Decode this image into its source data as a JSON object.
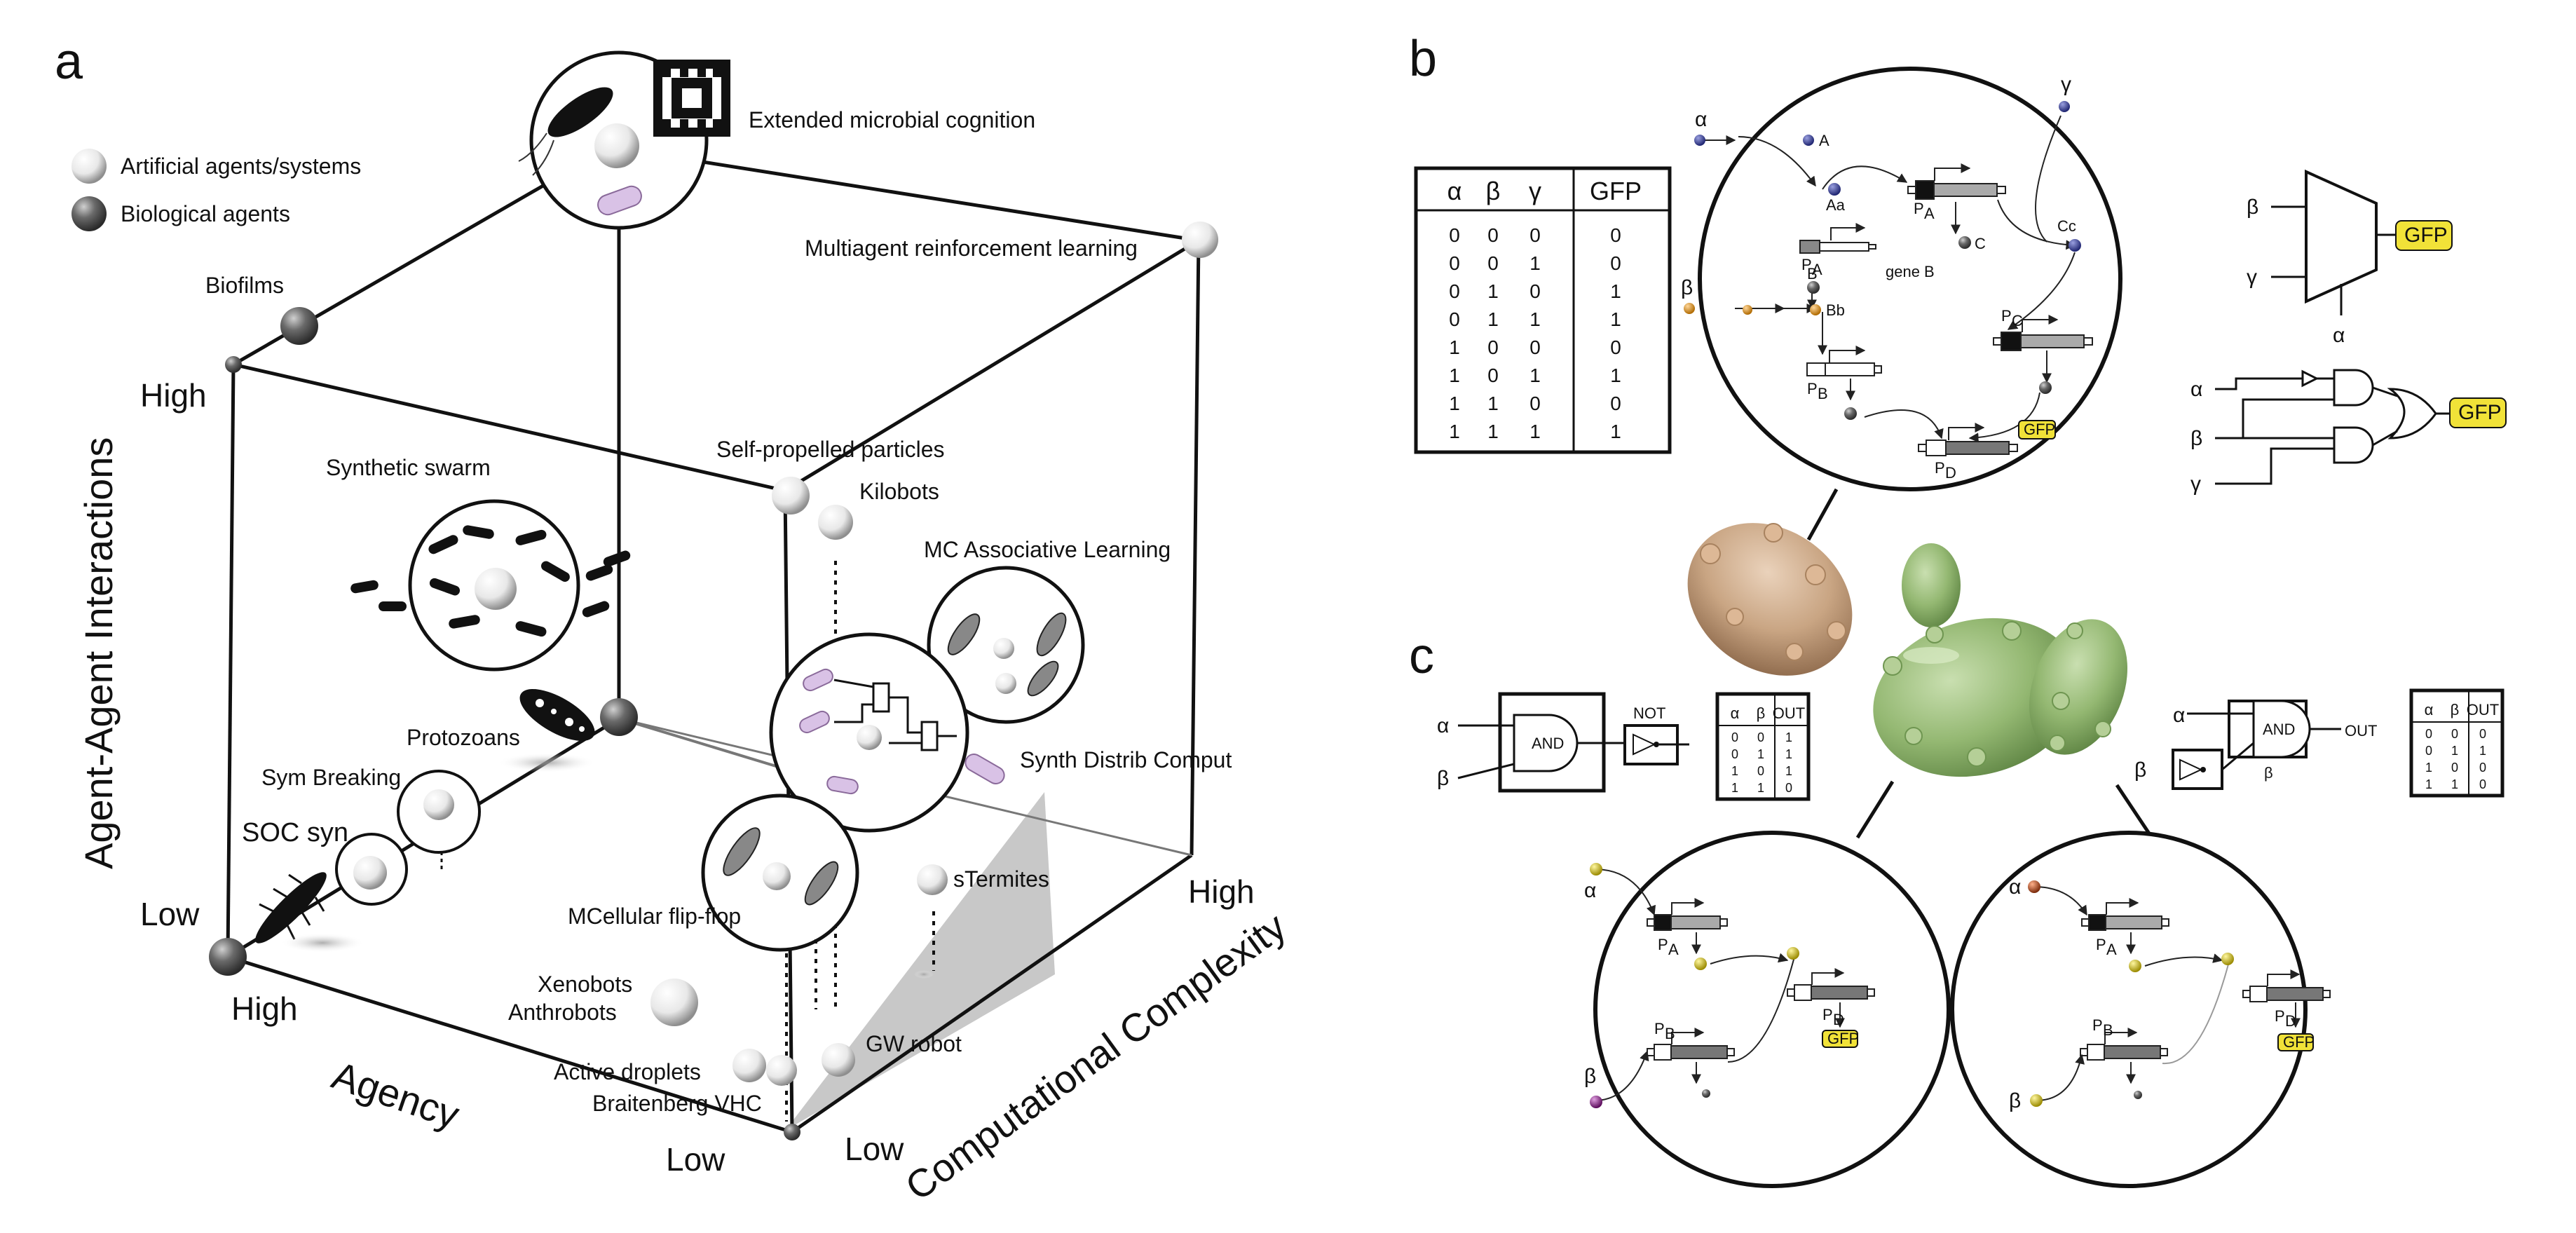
{
  "panels": {
    "a": "a",
    "b": "b",
    "c": "c"
  },
  "legend": {
    "artificial": "Artificial agents/systems",
    "biological": "Biological agents"
  },
  "axes": {
    "agent_interactions": "Agent-Agent Interactions",
    "agency": "Agency",
    "complexity": "Computational Complexity",
    "high_left": "High",
    "low_left": "Low",
    "high_front": "High",
    "low_bottom": "Low",
    "low_right": "Low",
    "high_right": "High"
  },
  "labels": {
    "extended": "Extended microbial cognition",
    "biofilms": "Biofilms",
    "marl": "Multiagent reinforcement learning",
    "swarm": "Synthetic swarm",
    "spp": "Self-propelled particles",
    "kilobots": "Kilobots",
    "mc_assoc": "MC Associative Learning",
    "protozoans": "Protozoans",
    "sym": "Sym Breaking",
    "soc": "SOC syn",
    "synth_distrib": "Synth Distrib Comput",
    "stermites": "sTermites",
    "mcellular": "MCellular flip-flop",
    "xenobots": "Xenobots",
    "anthrobots": "Anthrobots",
    "active": "Active droplets",
    "braitenberg": "Braitenberg VHC",
    "gw": "GW robot"
  },
  "truth_b": {
    "headers": [
      "α",
      "β",
      "γ",
      "GFP"
    ],
    "rows": [
      [
        "0",
        "0",
        "0",
        "0"
      ],
      [
        "0",
        "0",
        "1",
        "0"
      ],
      [
        "0",
        "1",
        "0",
        "1"
      ],
      [
        "0",
        "1",
        "1",
        "1"
      ],
      [
        "1",
        "0",
        "0",
        "0"
      ],
      [
        "1",
        "0",
        "1",
        "1"
      ],
      [
        "1",
        "1",
        "0",
        "0"
      ],
      [
        "1",
        "1",
        "1",
        "1"
      ]
    ]
  },
  "circuit_b": {
    "alpha": "α",
    "beta": "β",
    "gamma": "γ",
    "A": "A",
    "Aa": "Aa",
    "B": "B",
    "Bb": "Bb",
    "C": "C",
    "Cc": "Cc",
    "PA_top": "P",
    "PA_top_sub": "A",
    "PA": "P",
    "PA_sub": "A",
    "PB": "P",
    "PB_sub": "B",
    "PC": "P",
    "PC_sub": "C",
    "PD": "P",
    "PD_sub": "D",
    "geneB": "gene B",
    "gfp": "GFP"
  },
  "mux_b": {
    "beta": "β",
    "gamma": "γ",
    "alpha": "α",
    "gfp": "GFP"
  },
  "gates_b": {
    "alpha": "α",
    "beta": "β",
    "gamma": "γ",
    "gfp": "GFP"
  },
  "gates_c": {
    "alpha": "α",
    "beta": "β",
    "and": "AND",
    "not": "NOT",
    "out": "OUT",
    "beta_under": "β"
  },
  "truth_c1": {
    "headers": [
      "α",
      "β",
      "OUT"
    ],
    "rows": [
      [
        "0",
        "0",
        "1"
      ],
      [
        "0",
        "1",
        "1"
      ],
      [
        "1",
        "0",
        "1"
      ],
      [
        "1",
        "1",
        "0"
      ]
    ]
  },
  "truth_c2": {
    "headers": [
      "α",
      "β",
      "OUT"
    ],
    "rows": [
      [
        "0",
        "0",
        "0"
      ],
      [
        "0",
        "1",
        "1"
      ],
      [
        "1",
        "0",
        "0"
      ],
      [
        "1",
        "1",
        "0"
      ]
    ]
  },
  "circuit_c": {
    "alpha": "α",
    "beta": "β",
    "P": "P",
    "A": "A",
    "B": "B",
    "D": "D",
    "gfp": "GFP"
  },
  "colors": {
    "biological": "#555555",
    "artificial": "#f2f2f2",
    "cell_green": "#8fb36a",
    "cell_tan": "#c9a583",
    "gfp_yellow": "#f1e238",
    "shadow_plane": "#bdbdbd"
  }
}
